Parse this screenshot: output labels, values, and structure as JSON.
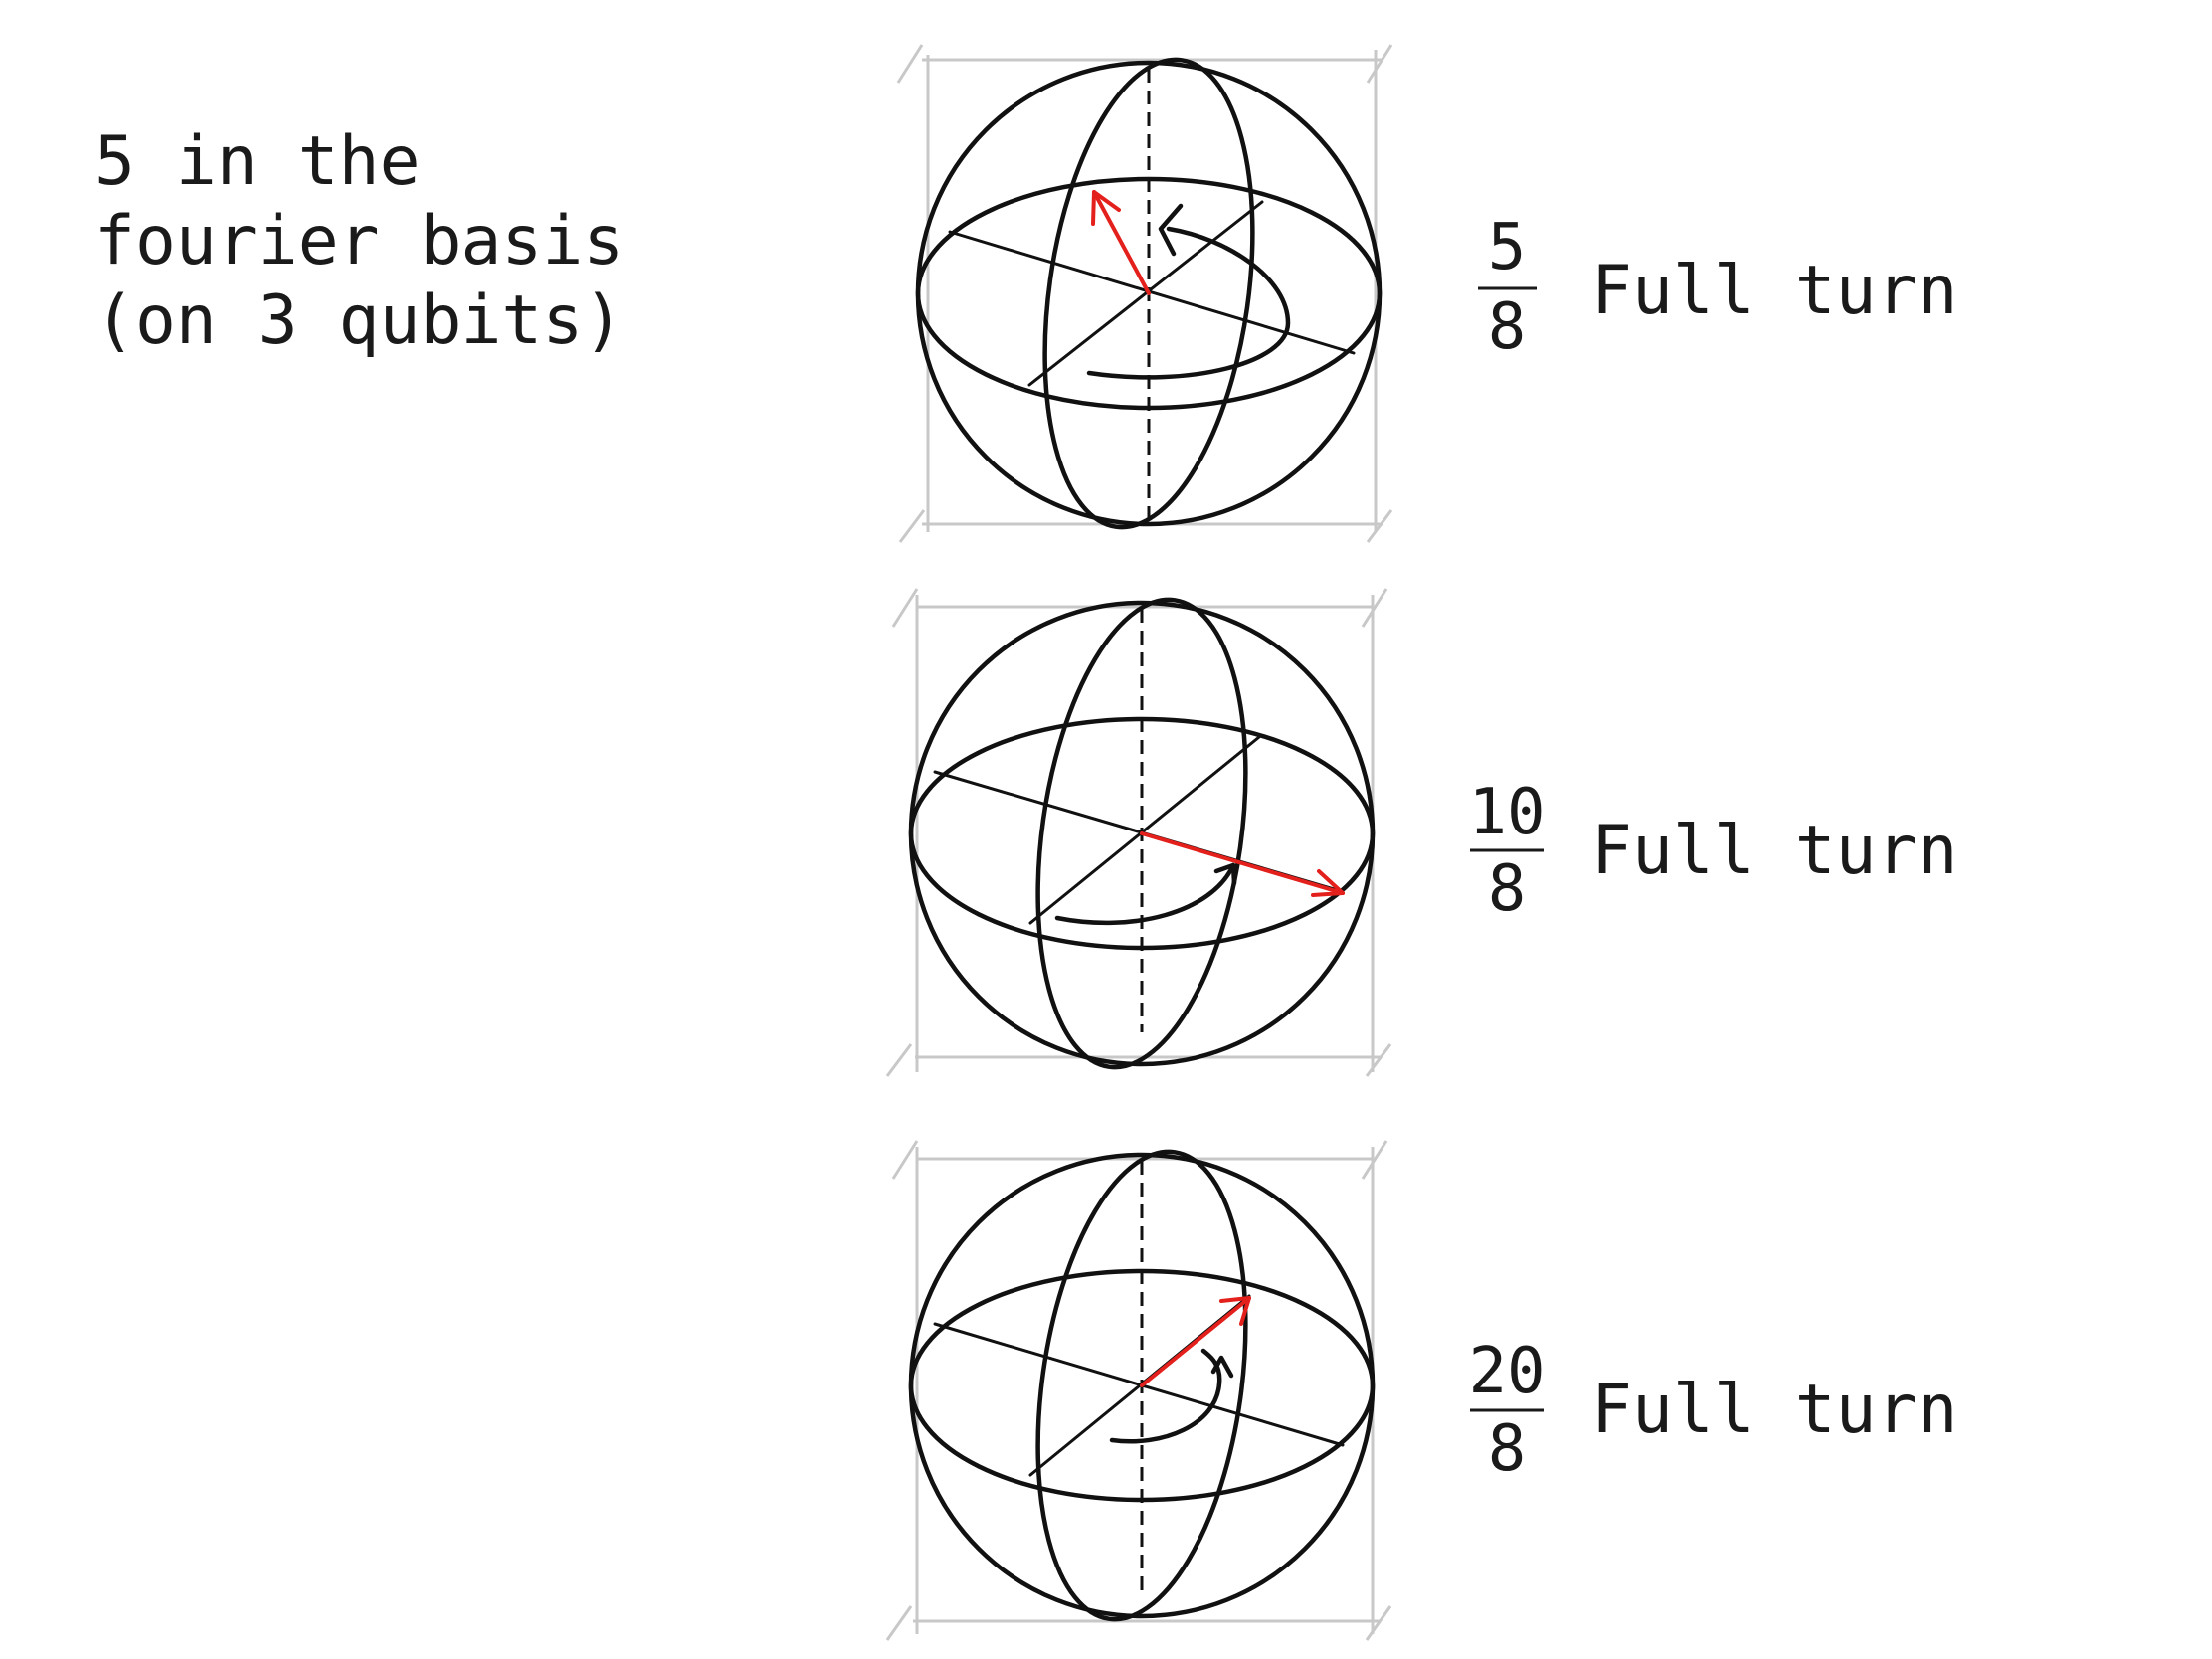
{
  "title": {
    "lines": [
      "5 in the",
      "fourier basis",
      "(on 3 qubits)"
    ]
  },
  "rows": [
    {
      "numerator": "5",
      "denominator": "8",
      "label": "Full turn"
    },
    {
      "numerator": "10",
      "denominator": "8",
      "label": "Full turn"
    },
    {
      "numerator": "20",
      "denominator": "8",
      "label": "Full turn"
    }
  ],
  "colors": {
    "ink": "#111111",
    "guide": "#c8c8c8",
    "state_vector": "#e3201b"
  }
}
